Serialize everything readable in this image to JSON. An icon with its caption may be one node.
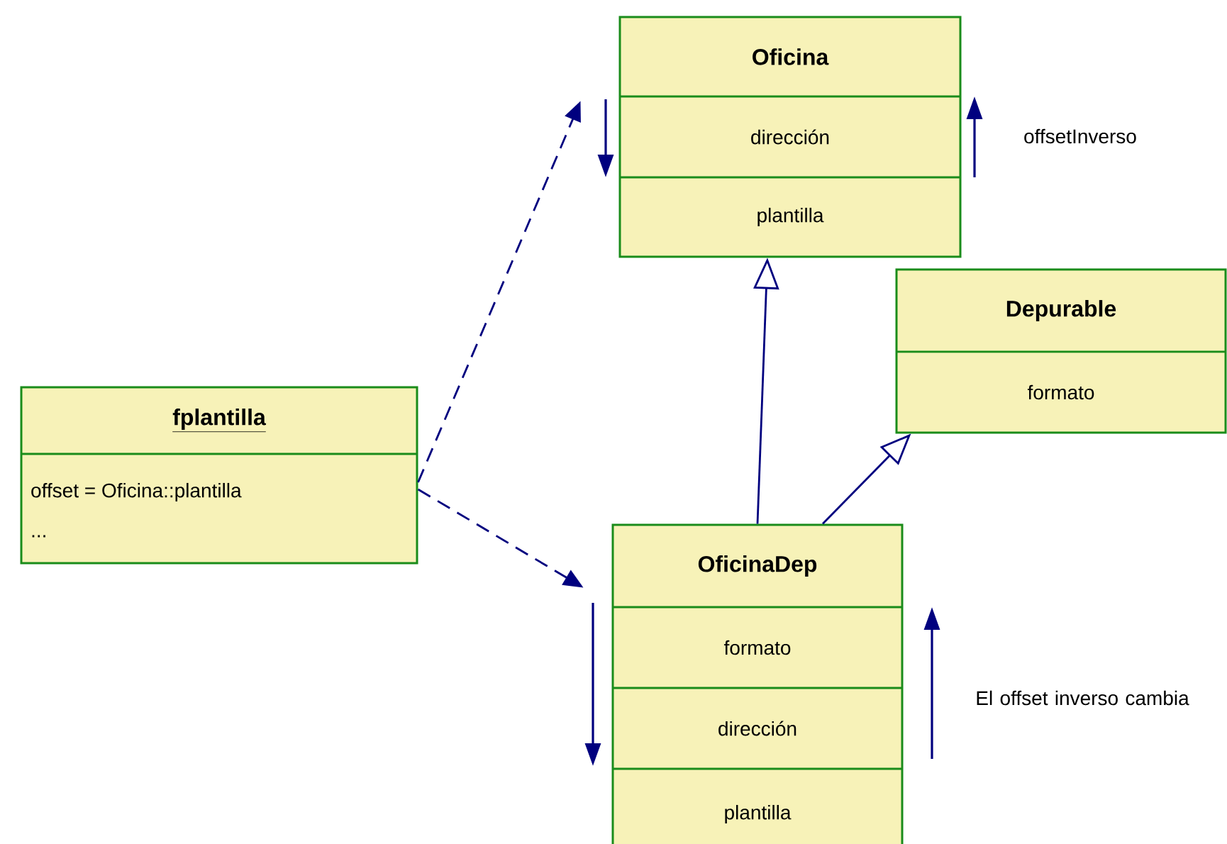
{
  "diagram": {
    "nodes": [
      {
        "text": [
          "Oficina",
          "dirección",
          "plantilla"
        ]
      },
      {
        "text": [
          "Depurable",
          "formato"
        ]
      },
      {
        "text": [
          "fplantilla",
          "offset = Oficina::plantilla",
          "..."
        ]
      },
      {
        "text": [
          "OficinaDep",
          "formato",
          "dirección",
          "plantilla"
        ]
      }
    ],
    "edges": [
      {
        "from": 2,
        "to": 0,
        "arrow": "to",
        "style": "dashed"
      },
      {
        "from": 2,
        "to": 3,
        "arrow": "to",
        "style": "dashed"
      },
      {
        "from": 3,
        "to": 0,
        "arrow": "to"
      },
      {
        "from": 3,
        "to": 1,
        "arrow": "to"
      }
    ],
    "labels": [
      "offsetInverso",
      "El offset inverso cambia"
    ]
  }
}
